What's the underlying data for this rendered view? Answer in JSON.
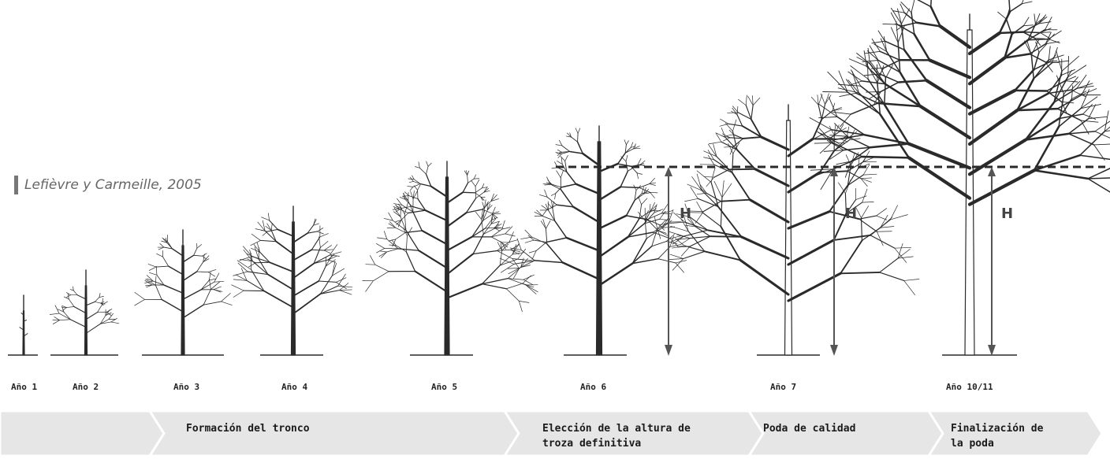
{
  "credit": "Lefièvre y Carmeille, 2005",
  "height_marker": "H",
  "years": [
    "Año 1",
    "Año 2",
    "Año 3",
    "Año 4",
    "Año 5",
    "Año 6",
    "Año 7",
    "Año 10/11"
  ],
  "phases": [
    {
      "label": ""
    },
    {
      "label": "Formación del tronco"
    },
    {
      "label": ""
    },
    {
      "label": "Elección de la altura de\ntroza definitiva"
    },
    {
      "label": "Poda de calidad"
    },
    {
      "label": "Finalización de\nla poda"
    }
  ],
  "colors": {
    "ink": "#2a2a2a",
    "arrow_band": "#e6e6e6",
    "arrow_edge": "#cfcfcf"
  }
}
